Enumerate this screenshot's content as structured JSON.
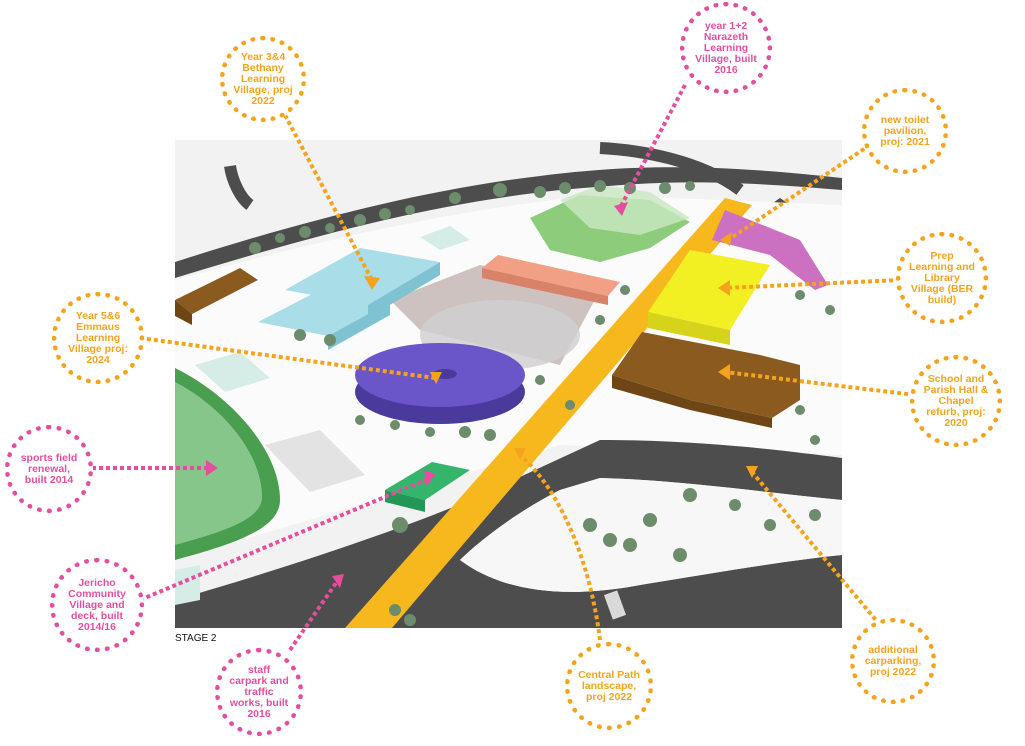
{
  "stage_label": "STAGE 2",
  "colors": {
    "orange": "#f4a31c",
    "pink": "#e34f9e"
  },
  "callouts": [
    {
      "id": "bethany",
      "text": "Year 3&4 Bethany Learning Village, proj 2022",
      "color": "orange"
    },
    {
      "id": "nazareth",
      "text": "year 1+2 Narazeth Learning Village, built 2016",
      "color": "pink"
    },
    {
      "id": "toilet",
      "text": "new toilet pavilion, proj: 2021",
      "color": "orange"
    },
    {
      "id": "prep",
      "text": "Prep Learning and Library Village (BER build)",
      "color": "orange"
    },
    {
      "id": "emmaus",
      "text": "Year 5&6 Emmaus Learning Village proj: 2024",
      "color": "orange"
    },
    {
      "id": "parish",
      "text": "School and Parish Hall & Chapel refurb, proj: 2020",
      "color": "orange"
    },
    {
      "id": "sports",
      "text": "sports field renewal, built 2014",
      "color": "pink"
    },
    {
      "id": "jericho",
      "text": "Jericho Community Village and deck, built 2014/16",
      "color": "pink"
    },
    {
      "id": "staffcar",
      "text": "staff carpark and traffic works, built 2016",
      "color": "pink"
    },
    {
      "id": "central",
      "text": "Central Path landscape, proj 2022",
      "color": "orange"
    },
    {
      "id": "carpark",
      "text": "additional carparking, proj 2022",
      "color": "orange"
    }
  ]
}
